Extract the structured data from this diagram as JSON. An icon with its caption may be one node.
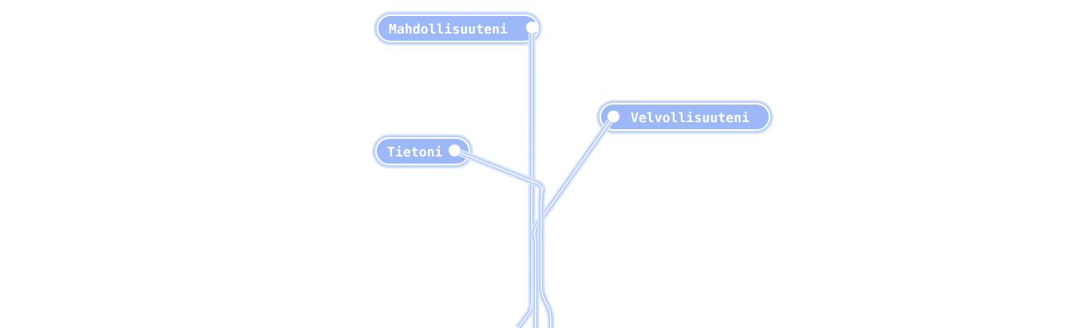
{
  "diagram": {
    "nodes": [
      {
        "text": [
          "Mahdollisuuteni"
        ]
      },
      {
        "text": [
          "Velvollisuuteni"
        ]
      },
      {
        "text": [
          "Tietoni"
        ]
      }
    ],
    "edges": [
      {
        "from": 0,
        "to": null,
        "arrow": "none"
      },
      {
        "from": 1,
        "to": null,
        "arrow": "none"
      },
      {
        "from": 2,
        "to": null,
        "arrow": "none"
      }
    ]
  }
}
